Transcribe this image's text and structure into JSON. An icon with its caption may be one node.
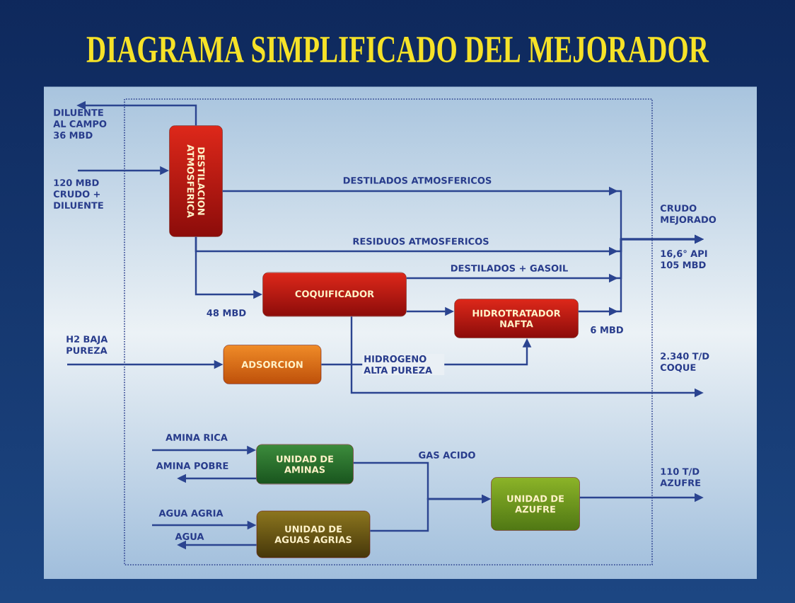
{
  "diagram": {
    "title": "DIAGRAMA SIMPLIFICADO DEL MEJORADOR",
    "nodes": [
      {
        "text": [
          "DESTILACION ATMOSFERICA"
        ]
      },
      {
        "text": [
          "COQUIFICADOR"
        ]
      },
      {
        "text": [
          "HIDROTRATADOR NAFTA"
        ]
      },
      {
        "text": [
          "ADSORCION"
        ]
      },
      {
        "text": [
          "UNIDAD DE AMINAS"
        ]
      },
      {
        "text": [
          "UNIDAD DE AGUAS AGRIAS"
        ]
      },
      {
        "text": [
          "UNIDAD DE AZUFRE"
        ]
      },
      {
        "text": [
          "DILUENTE AL CAMPO 36 MBD"
        ]
      },
      {
        "text": [
          "120 MBD CRUDO + DILUENTE"
        ]
      },
      {
        "text": [
          "CRUDO MEJORADO"
        ],
        "beside": [
          "16,6° API 105 MBD"
        ]
      },
      {
        "text": [
          "H2 BAJA PUREZA"
        ]
      },
      {
        "text": [
          "2.340 T/D COQUE"
        ]
      },
      {
        "text": [
          "AMINA RICA"
        ]
      },
      {
        "text": [
          "AMINA POBRE"
        ]
      },
      {
        "text": [
          "AGUA AGRIA"
        ]
      },
      {
        "text": [
          "AGUA"
        ]
      },
      {
        "text": [
          "110 T/D AZUFRE"
        ]
      }
    ],
    "edges": [
      {
        "from": 0,
        "to": 7,
        "arrow": "to"
      },
      {
        "from": 8,
        "to": 0,
        "arrow": "to"
      },
      {
        "from": 0,
        "to": 9,
        "arrow": "to",
        "label": "DESTILADOS ATMOSFERICOS"
      },
      {
        "from": 0,
        "to": 9,
        "arrow": "to",
        "label": "RESIDUOS ATMOSFERICOS"
      },
      {
        "from": 0,
        "to": 1,
        "arrow": "to"
      },
      {
        "from": 1,
        "to": 9,
        "arrow": "to",
        "label": "DESTILADOS + GASOIL"
      },
      {
        "from": 1,
        "to": 2,
        "arrow": "to"
      },
      {
        "from": 2,
        "to": 9,
        "arrow": "to"
      },
      {
        "from": 1,
        "to": 11,
        "arrow": "to"
      },
      {
        "from": 10,
        "to": 3,
        "arrow": "to"
      },
      {
        "from": 3,
        "to": 2,
        "arrow": "to",
        "label": "HIDROGENO ALTA PUREZA"
      },
      {
        "from": 12,
        "to": 4,
        "arrow": "to"
      },
      {
        "from": 4,
        "to": 13,
        "arrow": "to"
      },
      {
        "from": 14,
        "to": 5,
        "arrow": "to"
      },
      {
        "from": 5,
        "to": 15,
        "arrow": "to"
      },
      {
        "from": 4,
        "to": 6,
        "arrow": "to",
        "label": "GAS ACIDO"
      },
      {
        "from": 5,
        "to": 6,
        "arrow": "to"
      },
      {
        "from": 6,
        "to": 16,
        "arrow": "to"
      }
    ],
    "labels": [
      "48 MBD",
      "6 MBD"
    ]
  }
}
